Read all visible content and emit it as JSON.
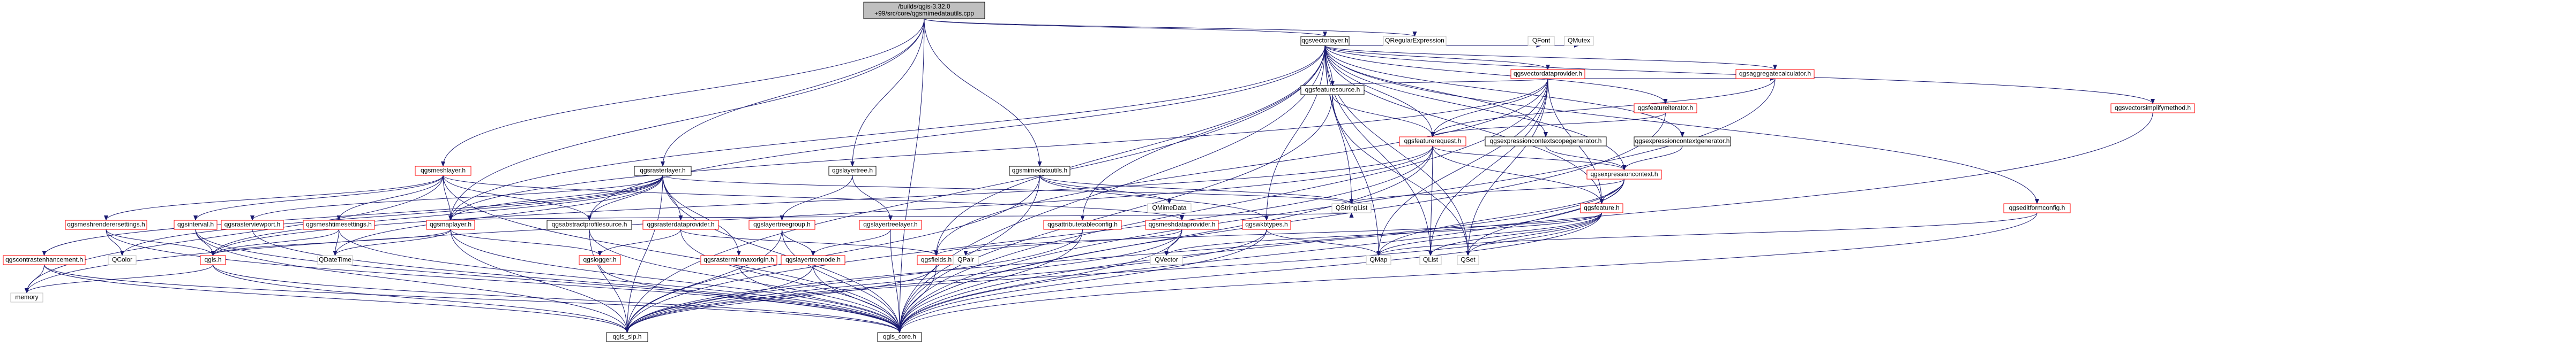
{
  "diagram": {
    "type": "include-dependency-graph",
    "edge_color": "#191970",
    "node_colors": {
      "normal": "#ff0000",
      "documented": "#000000",
      "external": "#bfbfbf",
      "root_fill": "#bfbfbf"
    },
    "nodes": [
      {
        "id": "root",
        "label": [
          "/builds/qgis-3.32.0",
          "+99/src/core/qgsmimedatautils.cpp"
        ],
        "style": "root"
      },
      {
        "id": "qgsvectorlayer",
        "label": [
          "qgsvectorlayer.h"
        ],
        "style": "dark"
      },
      {
        "id": "qregexp",
        "label": [
          "QRegularExpression"
        ],
        "style": "lite"
      },
      {
        "id": "qgsmeshlayer",
        "label": [
          "qgsmeshlayer.h"
        ],
        "style": "red"
      },
      {
        "id": "qgsrasterlayer",
        "label": [
          "qgsrasterlayer.h"
        ],
        "style": "dark"
      },
      {
        "id": "qgslayertree",
        "label": [
          "qgslayertree.h"
        ],
        "style": "dark"
      },
      {
        "id": "qgsmimedatautils",
        "label": [
          "qgsmimedatautils.h"
        ],
        "style": "dark"
      },
      {
        "id": "qgsvectordataprovider",
        "label": [
          "qgsvectordataprovider.h"
        ],
        "style": "red"
      },
      {
        "id": "qfont",
        "label": [
          "QFont"
        ],
        "style": "lite"
      },
      {
        "id": "qmutex",
        "label": [
          "QMutex"
        ],
        "style": "lite"
      },
      {
        "id": "qgsaggregatecalculator",
        "label": [
          "qgsaggregatecalculator.h"
        ],
        "style": "red"
      },
      {
        "id": "qgsfeaturesource",
        "label": [
          "qgsfeaturesource.h"
        ],
        "style": "dark"
      },
      {
        "id": "qgsfeatureiterator",
        "label": [
          "qgsfeatureiterator.h"
        ],
        "style": "red"
      },
      {
        "id": "qgsvectorsimplifymethod",
        "label": [
          "qgsvectorsimplifymethod.h"
        ],
        "style": "red"
      },
      {
        "id": "qgsfeaturerequest",
        "label": [
          "qgsfeaturerequest.h"
        ],
        "style": "red"
      },
      {
        "id": "qgsexprctxscopegen",
        "label": [
          "qgsexpressioncontextscopegenerator.h"
        ],
        "style": "dark"
      },
      {
        "id": "qgsexprctxgen",
        "label": [
          "qgsexpressioncontextgenerator.h"
        ],
        "style": "dark"
      },
      {
        "id": "qgsexpressioncontext",
        "label": [
          "qgsexpressioncontext.h"
        ],
        "style": "red"
      },
      {
        "id": "qstringlist",
        "label": [
          "QStringList"
        ],
        "style": "lite"
      },
      {
        "id": "qgsfeature",
        "label": [
          "qgsfeature.h"
        ],
        "style": "red"
      },
      {
        "id": "qgseditformconfig",
        "label": [
          "qgseditformconfig.h"
        ],
        "style": "red"
      },
      {
        "id": "qgsattributetableconfig",
        "label": [
          "qgsattributetableconfig.h"
        ],
        "style": "red"
      },
      {
        "id": "qgsmeshdataprovider",
        "label": [
          "qgsmeshdataprovider.h"
        ],
        "style": "red"
      },
      {
        "id": "qgswkbtypes",
        "label": [
          "qgswkbtypes.h"
        ],
        "style": "red"
      },
      {
        "id": "qmimedata",
        "label": [
          "QMimeData"
        ],
        "style": "lite"
      },
      {
        "id": "qgsmeshrenderersettings",
        "label": [
          "qgsmeshrenderersettings.h"
        ],
        "style": "red"
      },
      {
        "id": "qgsinterval",
        "label": [
          "qgsinterval.h"
        ],
        "style": "red"
      },
      {
        "id": "qgsrasterviewport",
        "label": [
          "qgsrasterviewport.h"
        ],
        "style": "red"
      },
      {
        "id": "qgsmeshtimesettings",
        "label": [
          "qgsmeshtimesettings.h"
        ],
        "style": "red"
      },
      {
        "id": "qgsmaplayer",
        "label": [
          "qgsmaplayer.h"
        ],
        "style": "red"
      },
      {
        "id": "qgsabstractprofilesource",
        "label": [
          "qgsabstractprofilesource.h"
        ],
        "style": "dark"
      },
      {
        "id": "qgsrasterdataprovider",
        "label": [
          "qgsrasterdataprovider.h"
        ],
        "style": "red"
      },
      {
        "id": "qgslayertreegroup",
        "label": [
          "qgslayertreegroup.h"
        ],
        "style": "red"
      },
      {
        "id": "qgslayertreelayer",
        "label": [
          "qgslayertreelayer.h"
        ],
        "style": "red"
      },
      {
        "id": "qgscontrastenhancement",
        "label": [
          "qgscontrastenhancement.h"
        ],
        "style": "red"
      },
      {
        "id": "qcolor",
        "label": [
          "QColor"
        ],
        "style": "lite"
      },
      {
        "id": "qgis",
        "label": [
          "qgis.h"
        ],
        "style": "red"
      },
      {
        "id": "qdatetime",
        "label": [
          "QDateTime"
        ],
        "style": "lite"
      },
      {
        "id": "qgslogger",
        "label": [
          "qgslogger.h"
        ],
        "style": "red"
      },
      {
        "id": "qgsrasterminmaxorigin",
        "label": [
          "qgsrasterminmaxorigin.h"
        ],
        "style": "red"
      },
      {
        "id": "qgslayertreenode",
        "label": [
          "qgslayertreenode.h"
        ],
        "style": "red"
      },
      {
        "id": "qgsfields",
        "label": [
          "qgsfields.h"
        ],
        "style": "red"
      },
      {
        "id": "qpair",
        "label": [
          "QPair"
        ],
        "style": "lite"
      },
      {
        "id": "qvector",
        "label": [
          "QVector"
        ],
        "style": "lite"
      },
      {
        "id": "qmap",
        "label": [
          "QMap"
        ],
        "style": "lite"
      },
      {
        "id": "qlist",
        "label": [
          "QList"
        ],
        "style": "lite"
      },
      {
        "id": "qset",
        "label": [
          "QSet"
        ],
        "style": "lite"
      },
      {
        "id": "memory",
        "label": [
          "memory"
        ],
        "style": "lite"
      },
      {
        "id": "qgis_sip",
        "label": [
          "qgis_sip.h"
        ],
        "style": "dark"
      },
      {
        "id": "qgis_core",
        "label": [
          "qgis_core.h"
        ],
        "style": "dark"
      }
    ],
    "edges": [
      [
        "root",
        "qgsvectorlayer"
      ],
      [
        "root",
        "qregexp"
      ],
      [
        "root",
        "qgsmeshlayer"
      ],
      [
        "root",
        "qgsrasterlayer"
      ],
      [
        "root",
        "qgslayertree"
      ],
      [
        "root",
        "qgsmimedatautils"
      ],
      [
        "root",
        "qgsmaplayer"
      ],
      [
        "root",
        "qgis_core"
      ],
      [
        "qgsvectorlayer",
        "qgsvectordataprovider"
      ],
      [
        "qgsvectorlayer",
        "qfont"
      ],
      [
        "qgsvectorlayer",
        "qmutex"
      ],
      [
        "qgsvectorlayer",
        "qgsaggregatecalculator"
      ],
      [
        "qgsvectorlayer",
        "qgsfeaturesource"
      ],
      [
        "qgsvectorlayer",
        "qgsfeatureiterator"
      ],
      [
        "qgsvectorlayer",
        "qgsvectorsimplifymethod"
      ],
      [
        "qgsvectorlayer",
        "qgsfeaturerequest"
      ],
      [
        "qgsvectorlayer",
        "qgsexprctxscopegen"
      ],
      [
        "qgsvectorlayer",
        "qgsexprctxgen"
      ],
      [
        "qgsvectorlayer",
        "qgsexpressioncontext"
      ],
      [
        "qgsvectorlayer",
        "qgseditformconfig"
      ],
      [
        "qgsvectorlayer",
        "qgsattributetableconfig"
      ],
      [
        "qgsvectorlayer",
        "qgsfeature"
      ],
      [
        "qgsvectorlayer",
        "qgsmaplayer"
      ],
      [
        "qgsvectorlayer",
        "qgsfields"
      ],
      [
        "qgsvectorlayer",
        "qgsabstractprofilesource"
      ],
      [
        "qgsvectorlayer",
        "qgswkbtypes"
      ],
      [
        "qgsvectorlayer",
        "qstringlist"
      ],
      [
        "qgsvectorlayer",
        "qmap"
      ],
      [
        "qgsvectorlayer",
        "qlist"
      ],
      [
        "qgsvectorlayer",
        "qset"
      ],
      [
        "qgsvectorlayer",
        "qgis_core"
      ],
      [
        "qgsvectorlayer",
        "qgis_sip"
      ],
      [
        "qgsvectordataprovider",
        "qgsaggregatecalculator"
      ],
      [
        "qgsvectordataprovider",
        "qgsfeaturesource"
      ],
      [
        "qgsvectordataprovider",
        "qgsfeaturerequest"
      ],
      [
        "qgsvectordataprovider",
        "qgsfeature"
      ],
      [
        "qgsvectordataprovider",
        "qgsfields"
      ],
      [
        "qgsvectordataprovider",
        "qgsmaplayer"
      ],
      [
        "qgsvectordataprovider",
        "qmap"
      ],
      [
        "qgsvectordataprovider",
        "qlist"
      ],
      [
        "qgsvectordataprovider",
        "qset"
      ],
      [
        "qgsvectordataprovider",
        "qgis_core"
      ],
      [
        "qgsaggregatecalculator",
        "qgsfeaturerequest"
      ],
      [
        "qgsaggregatecalculator",
        "qgis_core"
      ],
      [
        "qgsfeaturesource",
        "qgsfeaturerequest"
      ],
      [
        "qgsfeaturesource",
        "qgis_core"
      ],
      [
        "qgsfeaturesource",
        "qset"
      ],
      [
        "qgsfeatureiterator",
        "qgsfeaturerequest"
      ],
      [
        "qgsfeatureiterator",
        "qgis_core"
      ],
      [
        "qgsvectorsimplifymethod",
        "qgis_core"
      ],
      [
        "qgsfeaturerequest",
        "qgsexpressioncontext"
      ],
      [
        "qgsfeaturerequest",
        "qgsfeature"
      ],
      [
        "qgsfeaturerequest",
        "qgis_core"
      ],
      [
        "qgsfeaturerequest",
        "qgis_sip"
      ],
      [
        "qgsfeaturerequest",
        "qlist"
      ],
      [
        "qgsfeaturerequest",
        "memory"
      ],
      [
        "qgsfeaturerequest",
        "qgis"
      ],
      [
        "qgsexprctxscopegen",
        "qgsexpressioncontext"
      ],
      [
        "qgsexprctxgen",
        "qgsexpressioncontext"
      ],
      [
        "qgsexpressioncontext",
        "qgis_core"
      ],
      [
        "qgsexpressioncontext",
        "qstringlist"
      ],
      [
        "qgsexpressioncontext",
        "qmap"
      ],
      [
        "qgsexpressioncontext",
        "qset"
      ],
      [
        "qgsexpressioncontext",
        "qgsfeature"
      ],
      [
        "qgsexpressioncontext",
        "qgis_sip"
      ],
      [
        "qgsfeature",
        "qmap"
      ],
      [
        "qgsfeature",
        "qlist"
      ],
      [
        "qgsfeature",
        "qset"
      ],
      [
        "qgsfeature",
        "qvector"
      ],
      [
        "qgsfeature",
        "qgsfields"
      ],
      [
        "qgsfeature",
        "qgis_core"
      ],
      [
        "qgsfeature",
        "qgis_sip"
      ],
      [
        "qgseditformconfig",
        "qmap"
      ],
      [
        "qgseditformconfig",
        "qgis_core"
      ],
      [
        "qgsattributetableconfig",
        "qgis_core"
      ],
      [
        "qgsattributetableconfig",
        "qgis_sip"
      ],
      [
        "qgsmeshdataprovider",
        "qvector"
      ],
      [
        "qgsmeshdataprovider",
        "qgis_core"
      ],
      [
        "qgsmeshdataprovider",
        "qpair"
      ],
      [
        "qgsmeshdataprovider",
        "qgis_sip"
      ],
      [
        "qgswkbtypes",
        "qgis_core"
      ],
      [
        "qgswkbtypes",
        "qgis_sip"
      ],
      [
        "qgswkbtypes",
        "qmap"
      ],
      [
        "qgsmimedatautils",
        "qmimedata"
      ],
      [
        "qgsmimedatautils",
        "qgis_core"
      ],
      [
        "qgsmimedatautils",
        "qgswkbtypes"
      ],
      [
        "qgsmimedatautils",
        "qgis_sip"
      ],
      [
        "qgsmimedatautils",
        "qstringlist"
      ],
      [
        "qgsmeshlayer",
        "qgsmeshrenderersettings"
      ],
      [
        "qgsmeshlayer",
        "qgsinterval"
      ],
      [
        "qgsmeshlayer",
        "qgsmeshtimesettings"
      ],
      [
        "qgsmeshlayer",
        "qgsmaplayer"
      ],
      [
        "qgsmeshlayer",
        "qgsabstractprofilesource"
      ],
      [
        "qgsmeshlayer",
        "qgsmeshdataprovider"
      ],
      [
        "qgsmeshlayer",
        "memory"
      ],
      [
        "qgsmeshlayer",
        "qgis_core"
      ],
      [
        "qgsrasterlayer",
        "qgsrasterviewport"
      ],
      [
        "qgsrasterlayer",
        "qgsmaplayer"
      ],
      [
        "qgsrasterlayer",
        "qgsabstractprofilesource"
      ],
      [
        "qgsrasterlayer",
        "qgsrasterdataprovider"
      ],
      [
        "qgsrasterlayer",
        "qgscontrastenhancement"
      ],
      [
        "qgsrasterlayer",
        "qgsrasterminmaxorigin"
      ],
      [
        "qgsrasterlayer",
        "qcolor"
      ],
      [
        "qgsrasterlayer",
        "qdatetime"
      ],
      [
        "qgsrasterlayer",
        "qstringlist"
      ],
      [
        "qgsrasterlayer",
        "qgis_core"
      ],
      [
        "qgsrasterlayer",
        "qgis_sip"
      ],
      [
        "qgsrasterlayer",
        "qgis"
      ],
      [
        "qgslayertree",
        "qgslayertreegroup"
      ],
      [
        "qgslayertree",
        "qgslayertreelayer"
      ],
      [
        "qgslayertreegroup",
        "qgslayertreenode"
      ],
      [
        "qgslayertreegroup",
        "qgis_core"
      ],
      [
        "qgslayertreegroup",
        "qgis_sip"
      ],
      [
        "qgslayertreelayer",
        "qgslayertreenode"
      ],
      [
        "qgslayertreelayer",
        "qgis_core"
      ],
      [
        "qgslayertreenode",
        "qgis_core"
      ],
      [
        "qgslayertreenode",
        "qgis_sip"
      ],
      [
        "qgsmeshrenderersettings",
        "qgis_core"
      ],
      [
        "qgsmeshrenderersettings",
        "qcolor"
      ],
      [
        "qgsmeshrenderersettings",
        "qgis"
      ],
      [
        "qgsinterval",
        "qgis_core"
      ],
      [
        "qgsinterval",
        "qgis"
      ],
      [
        "qgsinterval",
        "qgis_sip"
      ],
      [
        "qgsrasterviewport",
        "qgis_core"
      ],
      [
        "qgsmeshtimesettings",
        "qdatetime"
      ],
      [
        "qgsmeshtimesettings",
        "qgis_core"
      ],
      [
        "qgsmeshtimesettings",
        "qgis"
      ],
      [
        "qgsmaplayer",
        "qgis"
      ],
      [
        "qgsmaplayer",
        "qgis_core"
      ],
      [
        "qgsmaplayer",
        "qgis_sip"
      ],
      [
        "qgsmaplayer",
        "qgslogger"
      ],
      [
        "qgsmaplayer",
        "qdatetime"
      ],
      [
        "qgsmaplayer",
        "qstringlist"
      ],
      [
        "qgsabstractprofilesource",
        "qgis_core"
      ],
      [
        "qgsabstractprofilesource",
        "qgis_sip"
      ],
      [
        "qgsrasterdataprovider",
        "qgis_core"
      ],
      [
        "qgsrasterdataprovider",
        "qgslogger"
      ],
      [
        "qgsrasterdataprovider",
        "qgsfields"
      ],
      [
        "qgscontrastenhancement",
        "qgis_core"
      ],
      [
        "qgscontrastenhancement",
        "qgis_sip"
      ],
      [
        "qgscontrastenhancement",
        "memory"
      ],
      [
        "qgsrasterminmaxorigin",
        "qgis_core"
      ],
      [
        "qgis",
        "memory"
      ],
      [
        "qgis",
        "qgis_core"
      ],
      [
        "qgis",
        "qgis_sip"
      ],
      [
        "qgslogger",
        "qgis_core"
      ],
      [
        "qgsfields",
        "qgis_core"
      ],
      [
        "qgsfields",
        "qgis_sip"
      ]
    ]
  }
}
